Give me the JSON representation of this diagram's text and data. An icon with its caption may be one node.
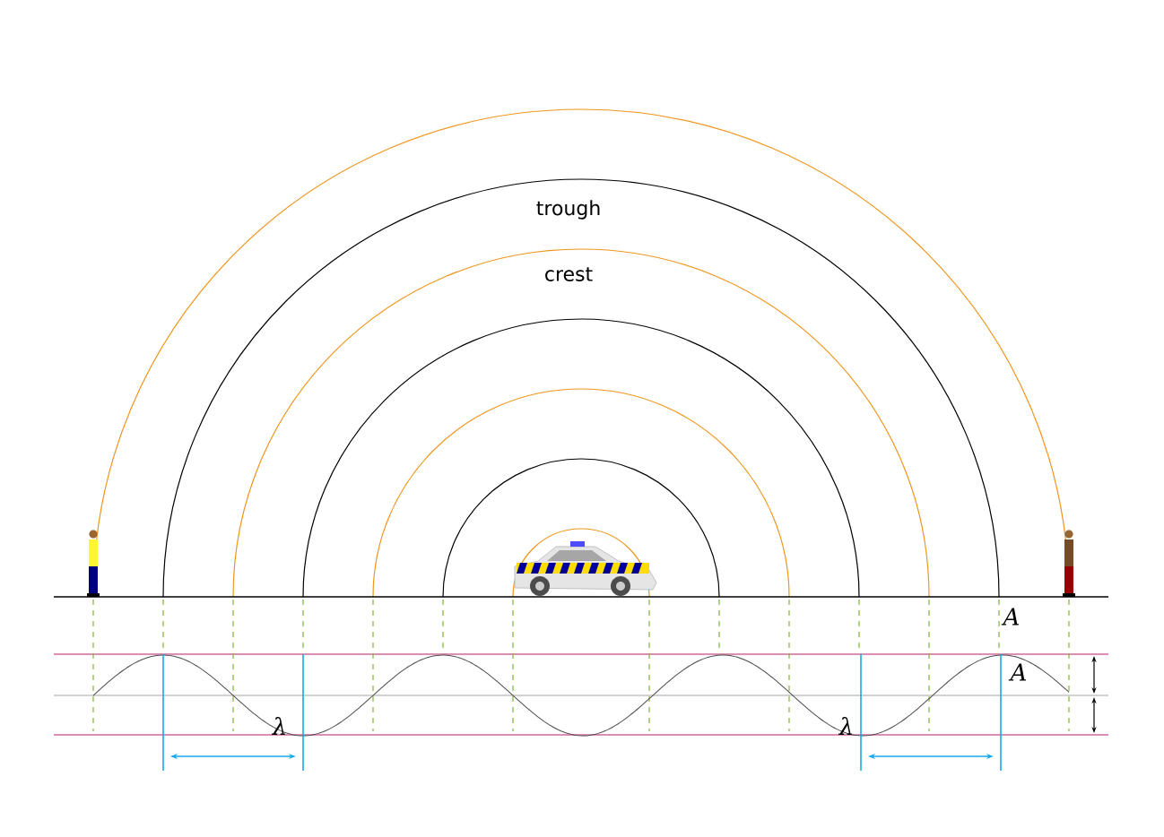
{
  "diagram": {
    "labels": [
      "trough",
      "crest",
      "A",
      "A",
      "λ",
      "λ"
    ]
  }
}
